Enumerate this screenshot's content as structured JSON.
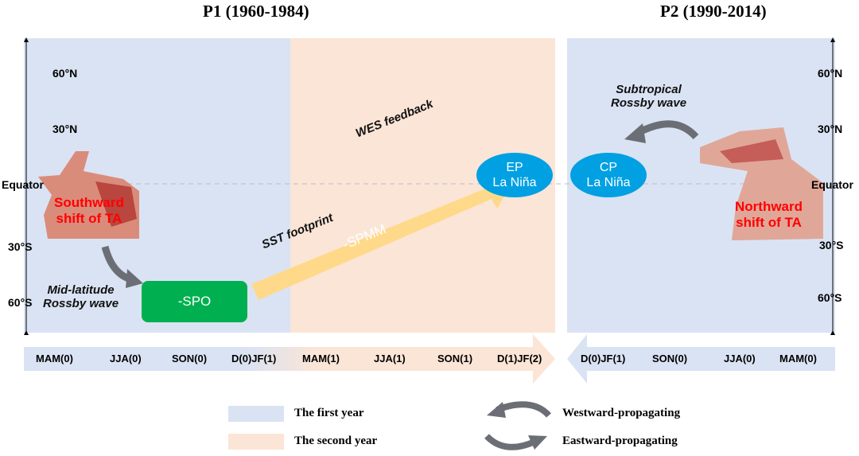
{
  "titles": {
    "p1": "P1 (1960-1984)",
    "p2": "P2 (1990-2014)"
  },
  "latitudes": [
    "60°N",
    "30°N",
    "Equator",
    "30°S",
    "60°S"
  ],
  "boxes": {
    "ep": [
      "EP",
      "La Niña"
    ],
    "cp": [
      "CP",
      "La Niña"
    ],
    "spo": "-SPO",
    "spmm": "-SPMM"
  },
  "labels": {
    "southward": [
      "Southward",
      "shift of TA"
    ],
    "northward": [
      "Northward",
      "shift of TA"
    ],
    "midlat": [
      "Mid-latitude",
      "Rossby wave"
    ],
    "subtrop": [
      "Subtropical",
      "Rossby wave"
    ],
    "sst": "SST footprint",
    "wes": "WES feedback"
  },
  "timeline_p1": [
    "MAM(0)",
    "JJA(0)",
    "SON(0)",
    "D(0)JF(1)",
    "MAM(1)",
    "JJA(1)",
    "SON(1)",
    "D(1)JF(2)"
  ],
  "timeline_p2": [
    "D(0)JF(1)",
    "SON(0)",
    "JJA(0)",
    "MAM(0)"
  ],
  "legend": {
    "first": "The first year",
    "second": "The second year",
    "west": "Westward-propagating",
    "east": "Eastward-propagating"
  },
  "colors": {
    "first": "#dae3f3",
    "second": "#fbe5d6",
    "spo": "#00b050",
    "oval": "#00a0e3",
    "arrow": "#ffd98a"
  }
}
